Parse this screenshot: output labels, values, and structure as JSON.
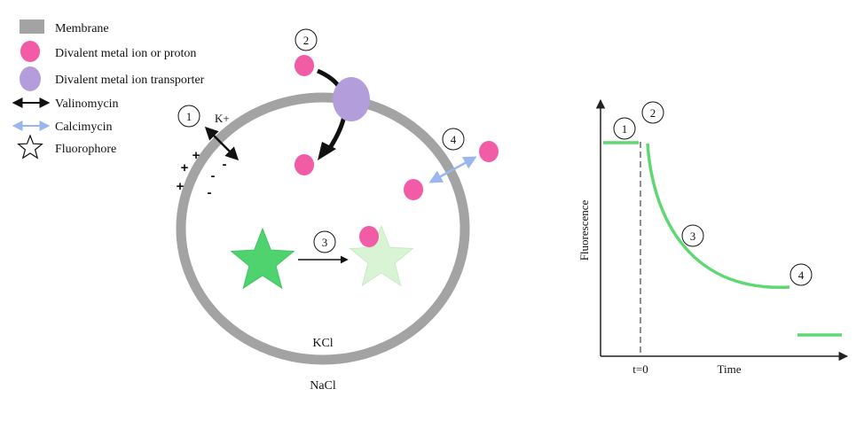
{
  "legend": {
    "membrane": "Membrane",
    "ion": "Divalent metal ion or proton",
    "transporter": "Divalent metal ion transporter",
    "valinomycin": "Valinomycin",
    "calcimycin": "Calcimycin",
    "fluorophore": "Fluorophore"
  },
  "vesicle": {
    "inside_label": "KCl",
    "outside_label": "NaCl",
    "potassium_label": "K+",
    "plus_sign": "+",
    "minus_sign": "-",
    "steps": [
      "1",
      "2",
      "3",
      "4"
    ]
  },
  "graph": {
    "y_label": "Fluorescence",
    "x_label": "Time",
    "t0_label": "t=0",
    "steps": [
      "1",
      "2",
      "3",
      "4"
    ]
  },
  "colors": {
    "membrane": "#a3a3a3",
    "ion": "#f25ca6",
    "transporter": "#b39ddb",
    "fluorophore_bright": "#4fd36e",
    "fluorophore_quenched": "#d9f4d4",
    "calcimycin_arrow": "#9ab6ef",
    "trace": "#5ed873"
  }
}
